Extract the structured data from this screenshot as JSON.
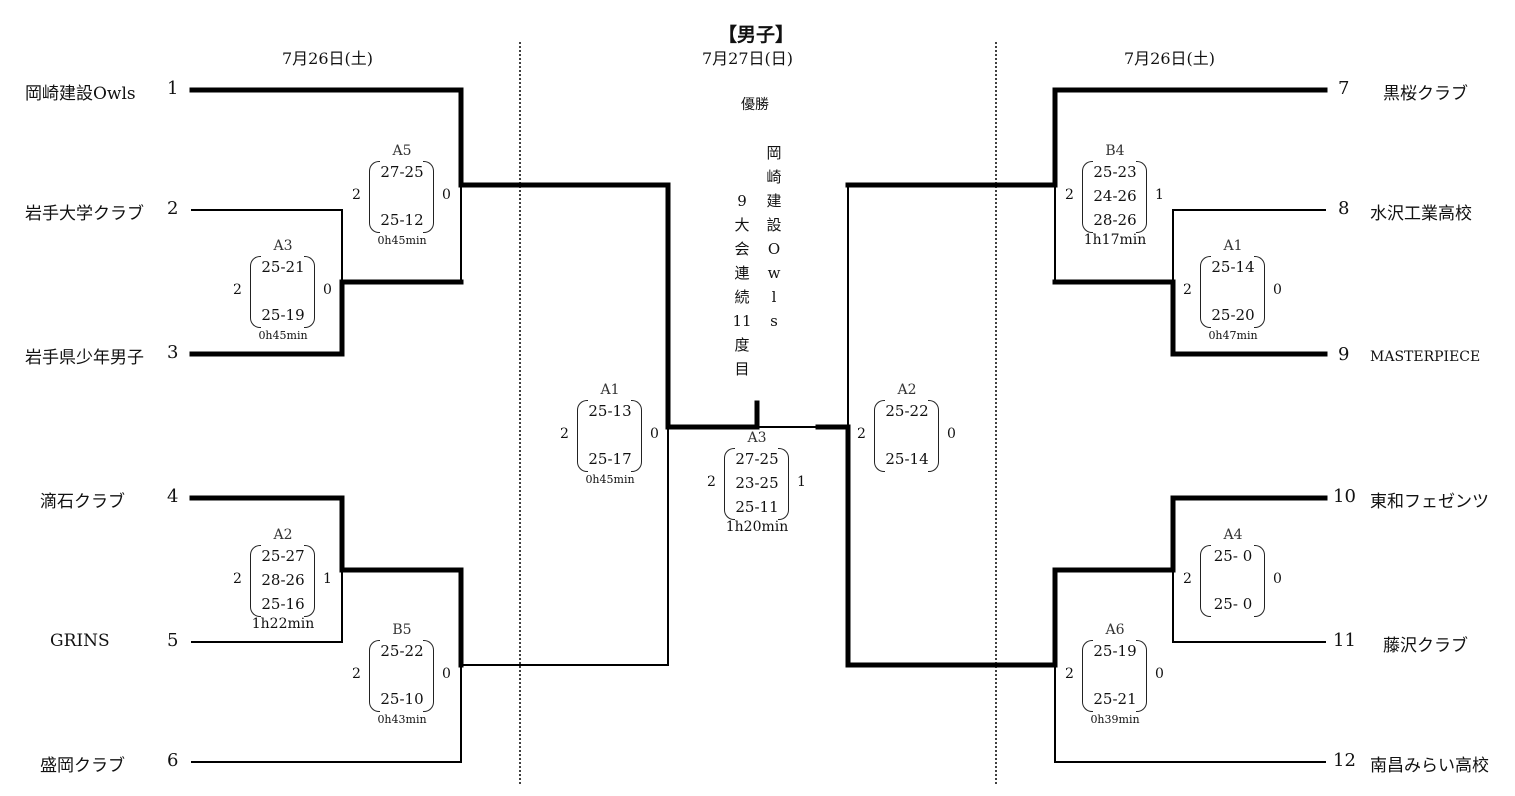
{
  "title": "【男子】",
  "dates": {
    "left": "7月26日(土)",
    "center": "7月27日(日)",
    "right": "7月26日(土)"
  },
  "champion": {
    "label": "優勝",
    "team_chars": [
      "岡",
      "崎",
      "建",
      "設",
      "O",
      "w",
      "l",
      "s"
    ],
    "note_chars": [
      "9",
      "大",
      "会",
      "連",
      "続",
      "11",
      "度",
      "目"
    ]
  },
  "teams": [
    {
      "seed": "1",
      "name": "岡崎建設Owls"
    },
    {
      "seed": "2",
      "name": "岩手大学クラブ"
    },
    {
      "seed": "3",
      "name": "岩手県少年男子"
    },
    {
      "seed": "4",
      "name": "滴石クラブ"
    },
    {
      "seed": "5",
      "name": "GRINS"
    },
    {
      "seed": "6",
      "name": "盛岡クラブ"
    },
    {
      "seed": "7",
      "name": "黒桜クラブ"
    },
    {
      "seed": "8",
      "name": "水沢工業高校"
    },
    {
      "seed": "9",
      "name": "MASTERPIECE"
    },
    {
      "seed": "10",
      "name": "東和フェゼンツ"
    },
    {
      "seed": "11",
      "name": "藤沢クラブ"
    },
    {
      "seed": "12",
      "name": "南昌みらい高校"
    }
  ],
  "matches": [
    {
      "id": "L-A3",
      "code": "A3",
      "winner_sets": "2",
      "loser_sets": "0",
      "sets": [
        "25-21",
        "",
        "25-19"
      ],
      "duration": "0h45min"
    },
    {
      "id": "L-A5",
      "code": "A5",
      "winner_sets": "2",
      "loser_sets": "0",
      "sets": [
        "27-25",
        "",
        "25-12"
      ],
      "duration": "0h45min"
    },
    {
      "id": "L-A2",
      "code": "A2",
      "winner_sets": "2",
      "loser_sets": "1",
      "sets": [
        "25-27",
        "28-26",
        "25-16"
      ],
      "duration": "1h22min"
    },
    {
      "id": "L-B5",
      "code": "B5",
      "winner_sets": "2",
      "loser_sets": "0",
      "sets": [
        "25-22",
        "",
        "25-10"
      ],
      "duration": "0h43min"
    },
    {
      "id": "C-A1",
      "code": "A1",
      "winner_sets": "2",
      "loser_sets": "0",
      "sets": [
        "25-13",
        "",
        "25-17"
      ],
      "duration": "0h45min"
    },
    {
      "id": "C-A3",
      "code": "A3",
      "winner_sets": "2",
      "loser_sets": "1",
      "sets": [
        "27-25",
        "23-25",
        "25-11"
      ],
      "duration": "1h20min"
    },
    {
      "id": "C-A2",
      "code": "A2",
      "winner_sets": "2",
      "loser_sets": "0",
      "sets": [
        "25-22",
        "",
        "25-14"
      ],
      "duration": ""
    },
    {
      "id": "R-B4",
      "code": "B4",
      "winner_sets": "2",
      "loser_sets": "1",
      "sets": [
        "25-23",
        "24-26",
        "28-26"
      ],
      "duration": "1h17min"
    },
    {
      "id": "R-A1",
      "code": "A1",
      "winner_sets": "2",
      "loser_sets": "0",
      "sets": [
        "25-14",
        "",
        "25-20"
      ],
      "duration": "0h47min"
    },
    {
      "id": "R-A4",
      "code": "A4",
      "winner_sets": "2",
      "loser_sets": "0",
      "sets": [
        "25- 0",
        "",
        "25- 0"
      ],
      "duration": ""
    },
    {
      "id": "R-A6",
      "code": "A6",
      "winner_sets": "2",
      "loser_sets": "0",
      "sets": [
        "25-19",
        "",
        "25-21"
      ],
      "duration": "0h39min"
    }
  ]
}
